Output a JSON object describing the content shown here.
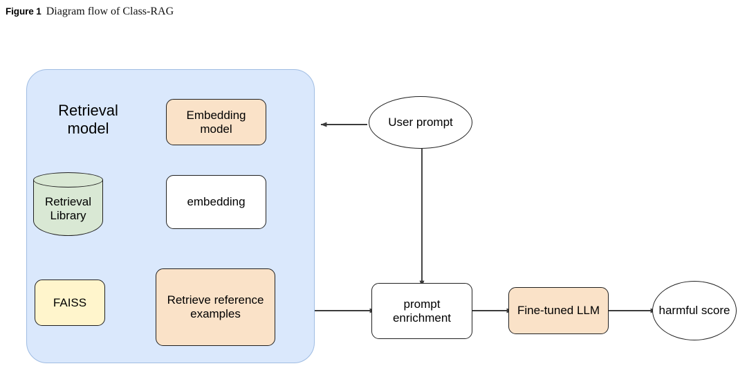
{
  "caption": {
    "label": "Figure 1",
    "text": "Diagram flow of Class-RAG"
  },
  "diagram": {
    "title": "Diagram flow of Class-RAG",
    "group": {
      "title": "Retrieval\nmodel",
      "title_line1": "Retrieval",
      "title_line2": "model",
      "fill": "#dae8fc",
      "stroke": "#9fbce2"
    },
    "nodes": [
      {
        "id": "retrieval-library",
        "label_line1": "Retrieval",
        "label_line2": "Library",
        "shape": "cylinder",
        "fill": "#d9e8d4"
      },
      {
        "id": "faiss",
        "label": "FAISS",
        "shape": "rounded-rect",
        "fill": "#fff5cc"
      },
      {
        "id": "embedding-model",
        "label_line1": "Embedding",
        "label_line2": "model",
        "shape": "rounded-rect",
        "fill": "#fae2c8"
      },
      {
        "id": "embedding",
        "label": "embedding",
        "shape": "rounded-rect",
        "fill": "#ffffff"
      },
      {
        "id": "retrieve-reference-examples",
        "label_line1": "Retrieve reference",
        "label_line2": "examples",
        "shape": "rounded-rect",
        "fill": "#fae2c8"
      },
      {
        "id": "user-prompt",
        "label": "User prompt",
        "shape": "ellipse",
        "fill": "#ffffff"
      },
      {
        "id": "prompt-enrichment",
        "label_line1": "prompt",
        "label_line2": "enrichment",
        "shape": "rounded-rect",
        "fill": "#ffffff"
      },
      {
        "id": "fine-tuned-llm",
        "label": "Fine-tuned LLM",
        "shape": "rounded-rect",
        "fill": "#fae2c8"
      },
      {
        "id": "harmful-score",
        "label": "harmful score",
        "shape": "ellipse",
        "fill": "#ffffff"
      }
    ],
    "edges": [
      {
        "from": "user-prompt",
        "to": "retrieval-model-group",
        "direction": "left"
      },
      {
        "from": "user-prompt",
        "to": "prompt-enrichment",
        "direction": "down"
      },
      {
        "from": "embedding-model",
        "to": "embedding",
        "direction": "down"
      },
      {
        "from": "embedding",
        "to": "retrieve-reference-examples",
        "direction": "down"
      },
      {
        "from": "retrieval-library",
        "to": "faiss",
        "direction": "down"
      },
      {
        "from": "faiss",
        "to": "retrieve-reference-examples",
        "direction": "right"
      },
      {
        "from": "retrieval-model-group",
        "to": "prompt-enrichment",
        "direction": "right"
      },
      {
        "from": "prompt-enrichment",
        "to": "fine-tuned-llm",
        "direction": "right"
      },
      {
        "from": "fine-tuned-llm",
        "to": "harmful-score",
        "direction": "right"
      }
    ],
    "edge_color": "#3b3b3b"
  }
}
